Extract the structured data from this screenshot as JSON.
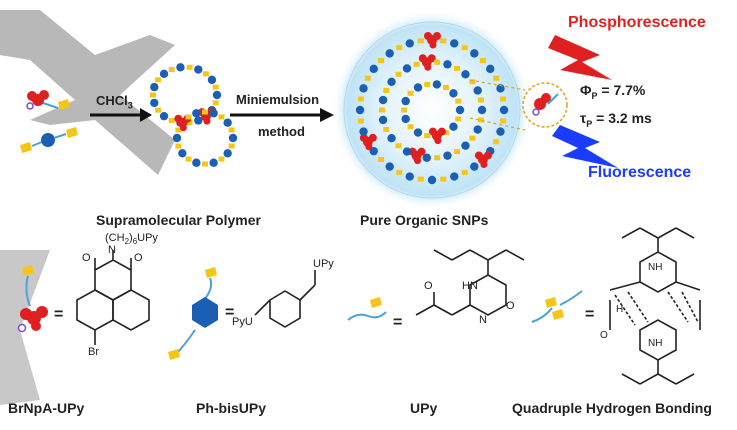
{
  "top": {
    "solvent": "CHCl",
    "solvent_sub": "3",
    "method_line1": "Miniemulsion",
    "method_line2": "method",
    "caption_polymer": "Supramolecular Polymer",
    "caption_snps": "Pure Organic SNPs",
    "phosphorescence": "Phosphorescence",
    "fluorescence": "Fluorescence",
    "phi_symbol": "Φ",
    "phi_sub": "P",
    "phi_value": " = 7.7%",
    "tau_symbol": "τ",
    "tau_sub": "P",
    "tau_value": " = 3.2 ms"
  },
  "bottom": {
    "brnpa_caption": "BrNpA-UPy",
    "brnpa_chain": "(CH",
    "brnpa_chain_sub1": "2",
    "brnpa_chain_mid": ")",
    "brnpa_chain_sub2": "6",
    "brnpa_chain_end": "UPy",
    "brnpa_br": "Br",
    "brnpa_n": "N",
    "brnpa_o1": "O",
    "brnpa_o2": "O",
    "ph_caption": "Ph-bisUPy",
    "ph_left": "PyU",
    "ph_right": "UPy",
    "upy_caption": "UPy",
    "quad_caption": "Quadruple Hydrogen Bonding",
    "eq": "=",
    "atom_O": "O",
    "atom_N": "N",
    "atom_H": "H",
    "atom_NH": "NH",
    "atom_HN": "HN"
  },
  "colors": {
    "red": "#e02020",
    "blue": "#1a5fb4",
    "yellow": "#f5c518",
    "gray": "#b8b8b8",
    "glow": "#cfe9f7"
  }
}
